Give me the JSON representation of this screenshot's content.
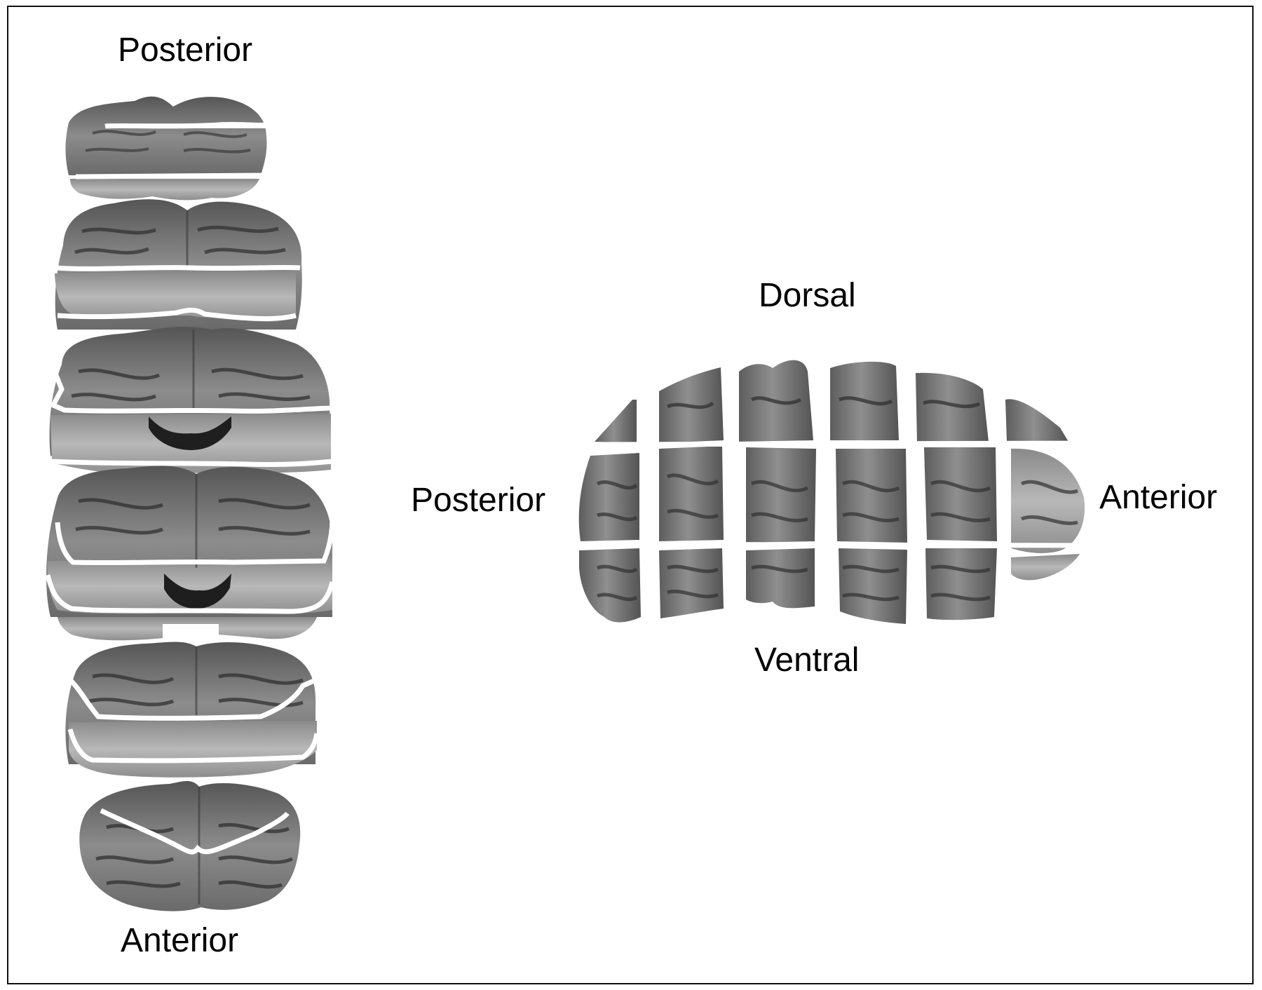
{
  "labels": {
    "left_top": "Posterior",
    "left_bottom": "Anterior",
    "right_top": "Dorsal",
    "right_bottom": "Ventral",
    "right_left": "Posterior",
    "right_right": "Anterior"
  },
  "colors": {
    "background": "#ffffff",
    "border": "#111111",
    "tissue_dark": "#4a4a4a",
    "tissue_mid": "#7d7d7d",
    "tissue_light": "#a9a9a9",
    "cut_line": "#ffffff",
    "text": "#000000"
  }
}
